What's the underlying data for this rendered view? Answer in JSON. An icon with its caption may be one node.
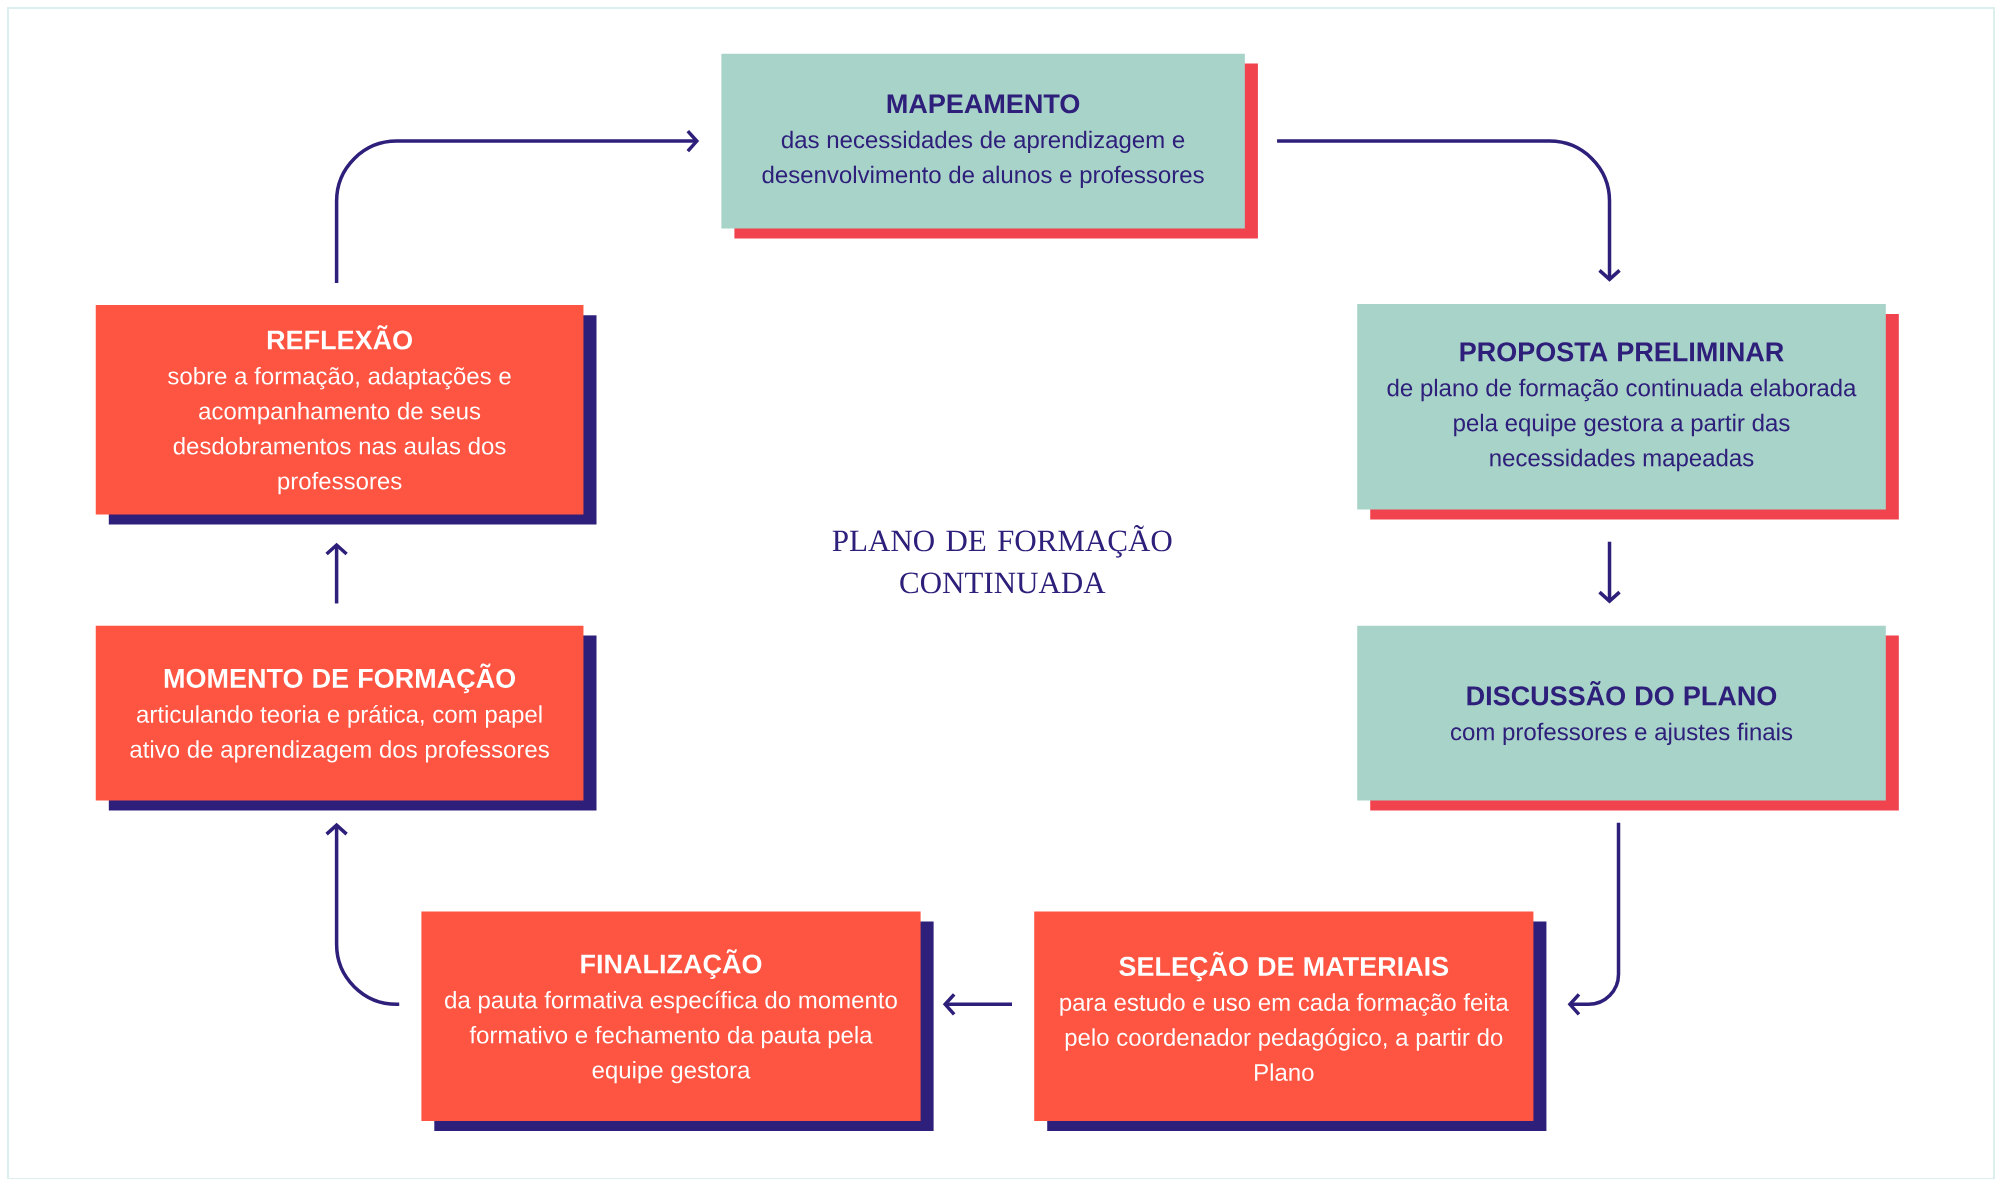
{
  "diagram": {
    "nodes": [
      {
        "text": [
          "MAPEAMENTO",
          "das necessidades de aprendizagem e desenvolvimento de alunos e professores"
        ]
      },
      {
        "text": [
          "PROPOSTA PRELIMINAR",
          "de plano de formação continuada elaborada pela equipe gestora a partir das necessidades mapeadas"
        ]
      },
      {
        "text": [
          "DISCUSSÃO DO PLANO",
          "com professores e ajustes finais"
        ]
      },
      {
        "text": [
          "SELEÇÃO DE MATERIAIS",
          "para estudo e uso em cada formação feita pelo coordenador pedagógico, a partir do Plano"
        ]
      },
      {
        "text": [
          "FINALIZAÇÃO",
          "da pauta formativa específica do momento formativo e fechamento da pauta pela equipe gestora"
        ]
      },
      {
        "text": [
          "MOMENTO DE FORMAÇÃO",
          "articulando teoria e prática, com papel ativo de aprendizagem dos professores"
        ]
      },
      {
        "text": [
          "REFLEXÃO",
          "sobre a formação, adaptações e acompanhamento de seus desdobramentos nas aulas dos professores"
        ]
      }
    ],
    "edges": [
      {
        "from": 0,
        "to": 1,
        "arrow": "to"
      },
      {
        "from": 1,
        "to": 2,
        "arrow": "to"
      },
      {
        "from": 2,
        "to": 3,
        "arrow": "to"
      },
      {
        "from": 3,
        "to": 4,
        "arrow": "to"
      },
      {
        "from": 4,
        "to": 5,
        "arrow": "to"
      },
      {
        "from": 5,
        "to": 6,
        "arrow": "to"
      },
      {
        "from": 6,
        "to": 0,
        "arrow": "to"
      }
    ],
    "labels": [
      "PLANO DE FORMAÇÃO CONTINUADA"
    ]
  }
}
